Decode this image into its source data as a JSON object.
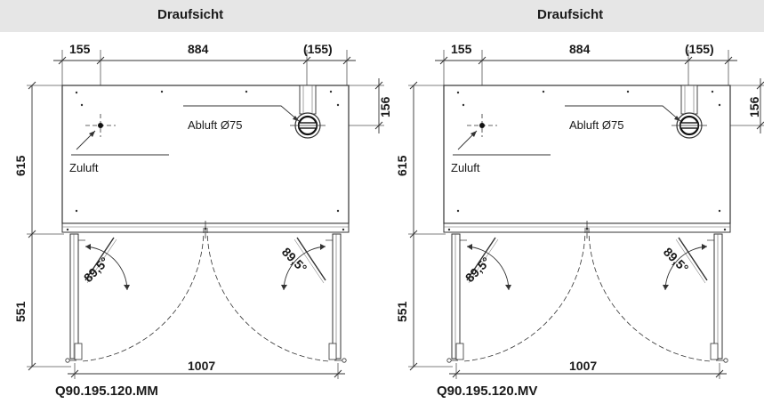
{
  "panels": [
    {
      "title": "Draufsicht",
      "model": "Q90.195.120.MM",
      "dims": {
        "left": "155",
        "width": "884",
        "right": "(155)",
        "depth": "615",
        "duct_offset": "156",
        "door_depth": "551",
        "door_width": "1007",
        "angle_left": "89,5°",
        "angle_right": "89,5°"
      },
      "labels": {
        "exhaust": "Abluft Ø75",
        "supply": "Zuluft"
      }
    },
    {
      "title": "Draufsicht",
      "model": "Q90.195.120.MV",
      "dims": {
        "left": "155",
        "width": "884",
        "right": "(155)",
        "depth": "615",
        "duct_offset": "156",
        "door_depth": "551",
        "door_width": "1007",
        "angle_left": "89,5°",
        "angle_right": "89,5°"
      },
      "labels": {
        "exhaust": "Abluft Ø75",
        "supply": "Zuluft"
      }
    }
  ]
}
